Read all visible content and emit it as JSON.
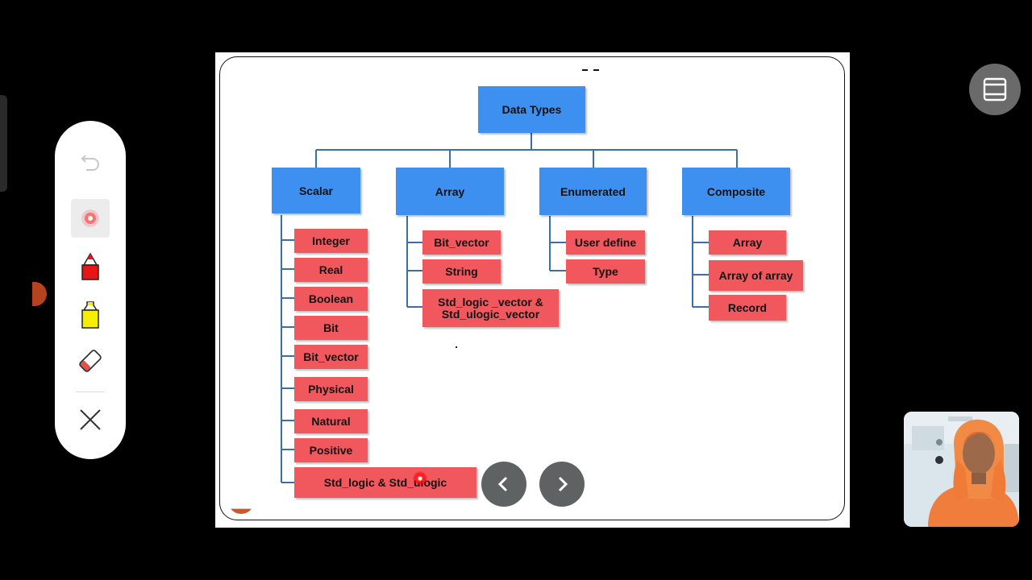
{
  "toolbar": {
    "tools": [
      "undo-icon",
      "laser-pointer-icon",
      "pen-icon",
      "highlighter-icon",
      "eraser-icon",
      "close-icon"
    ],
    "active_tool": "laser-pointer-icon",
    "colors": {
      "laser": "#ff2a2a",
      "pen": "#e81515",
      "highlighter": "#f5ee00"
    }
  },
  "slide": {
    "root": "Data Types",
    "categories": {
      "scalar": {
        "label": "Scalar",
        "items": [
          "Integer",
          "Real",
          "Boolean",
          "Bit",
          "Bit_vector",
          "Physical",
          "Natural",
          "Positive",
          "Std_logic & Std_ulogic"
        ]
      },
      "array": {
        "label": "Array",
        "items": [
          "Bit_vector",
          "String"
        ],
        "item_multiline": [
          "Std_logic _vector &",
          "Std_ulogic_vector"
        ]
      },
      "enumerated": {
        "label": "Enumerated",
        "items": [
          "User define",
          "Type"
        ]
      },
      "composite": {
        "label": "Composite",
        "items": [
          "Array",
          "Array of array",
          "Record"
        ]
      }
    },
    "colors": {
      "category": "#3d8ff0",
      "item": "#f0585e",
      "connector": "#3a6fa8"
    }
  },
  "navigation": {
    "prev_icon": "chevron-left-icon",
    "next_icon": "chevron-right-icon"
  },
  "controls": {
    "layout_icon": "layout-icon"
  },
  "webcam": {
    "label_icon": "presenter-video-icon"
  }
}
